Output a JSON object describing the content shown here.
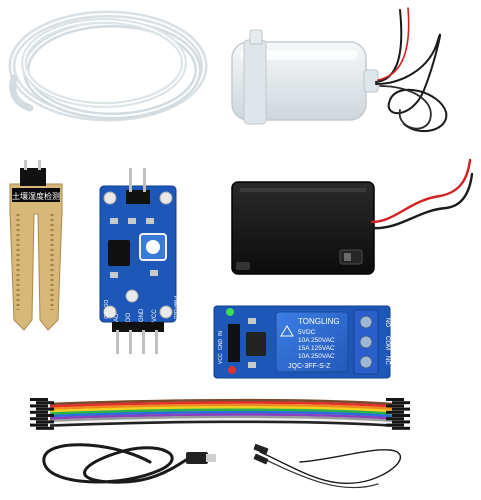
{
  "scene": "irrigation kit components",
  "sensor_probe": {
    "label": "土壤湿度检测"
  },
  "sensor_module": {
    "pin_labels": [
      "AO",
      "DO",
      "GND",
      "VCC"
    ],
    "side_label_left": "DO-LED",
    "side_label_right": "PWR-LED"
  },
  "relay": {
    "brand": "TONGLING",
    "ratings": [
      "5VDC",
      "10A 250VAC",
      "15A 125VAC",
      "10A 250VAC"
    ],
    "model": "JQC-3FF-S-Z",
    "terminal_labels": [
      "NO",
      "COM",
      "NC"
    ],
    "pin_labels": [
      "IN",
      "GND",
      "VCC"
    ]
  },
  "colors": {
    "pcb_blue": "#1d57b8",
    "relay_blue": "#2f6fd6",
    "battery_box": "#151515",
    "wire_red": "#d42020",
    "wire_black": "#1a1a1a",
    "tubing": "#e8eef2",
    "probe_brown": "#d8b878"
  },
  "jumper_colors": [
    "#7b4a2a",
    "#e03030",
    "#f08a20",
    "#f2d020",
    "#2bb24c",
    "#2a6fd8",
    "#8a3fc0",
    "#9a9a9a",
    "#f4f4f4",
    "#222222"
  ]
}
